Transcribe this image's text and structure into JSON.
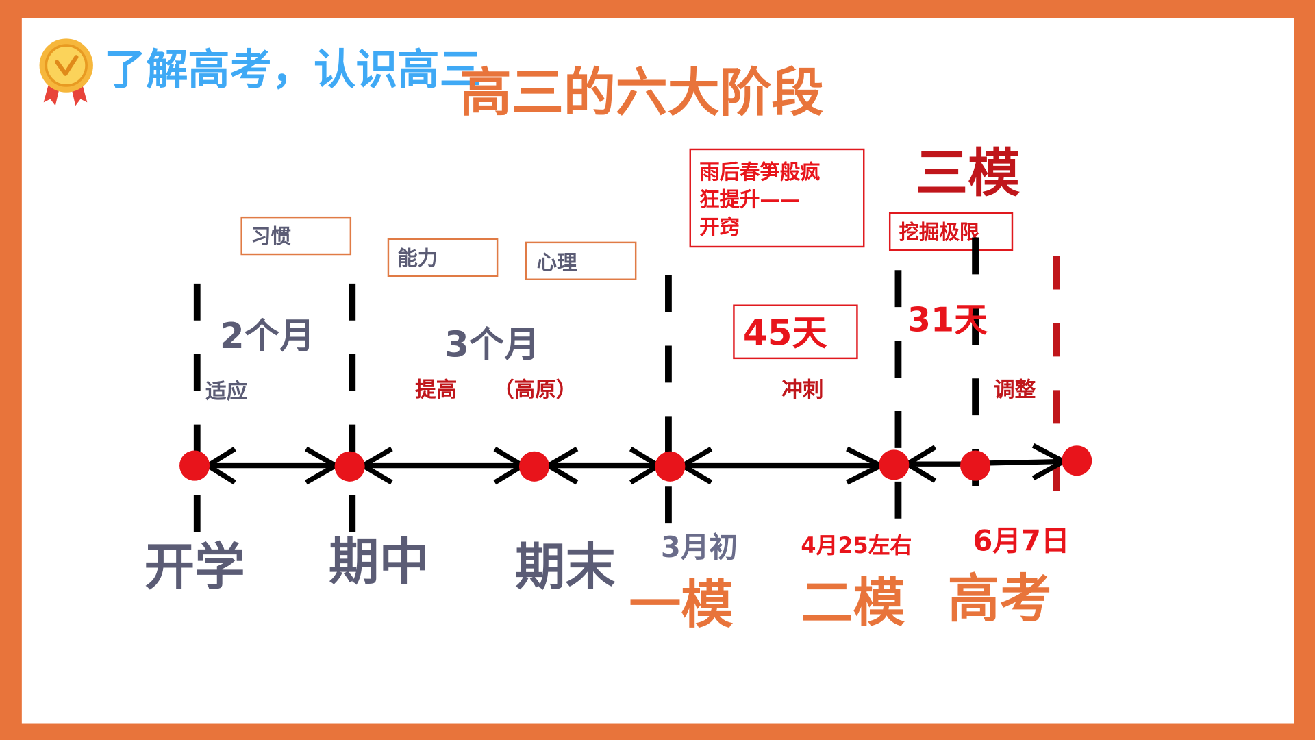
{
  "header": {
    "section_title": "了解高考，认识高三",
    "slide_title": "高三的六大阶段",
    "icon": "medal-icon"
  },
  "colors": {
    "frame": "#E8743B",
    "section_title": "#3FA9F5",
    "gray_text": "#5B5C75",
    "red_text": "#E8141B",
    "dark_red": "#C0161B"
  },
  "focus_boxes": {
    "habit": "习惯",
    "ability": "能力",
    "mind": "心理",
    "boost": "雨后春笋般疯\n狂提升——\n开窍",
    "limit": "挖掘极限"
  },
  "third_mock": "三模",
  "durations": {
    "first": "2个月",
    "second": "3个月",
    "third": "45天",
    "fourth": "31天"
  },
  "phases": {
    "adapt": "适应",
    "improve": "提高",
    "plateau": "（高原）",
    "sprint": "冲刺",
    "adjust": "调整"
  },
  "milestones": {
    "start": "开学",
    "midterm": "期中",
    "final": "期末",
    "first_mock_date": "3月初",
    "first_mock": "一模",
    "second_mock_date": "4月25左右",
    "second_mock": "二模",
    "exam_date": "6月7日",
    "exam": "高考"
  }
}
